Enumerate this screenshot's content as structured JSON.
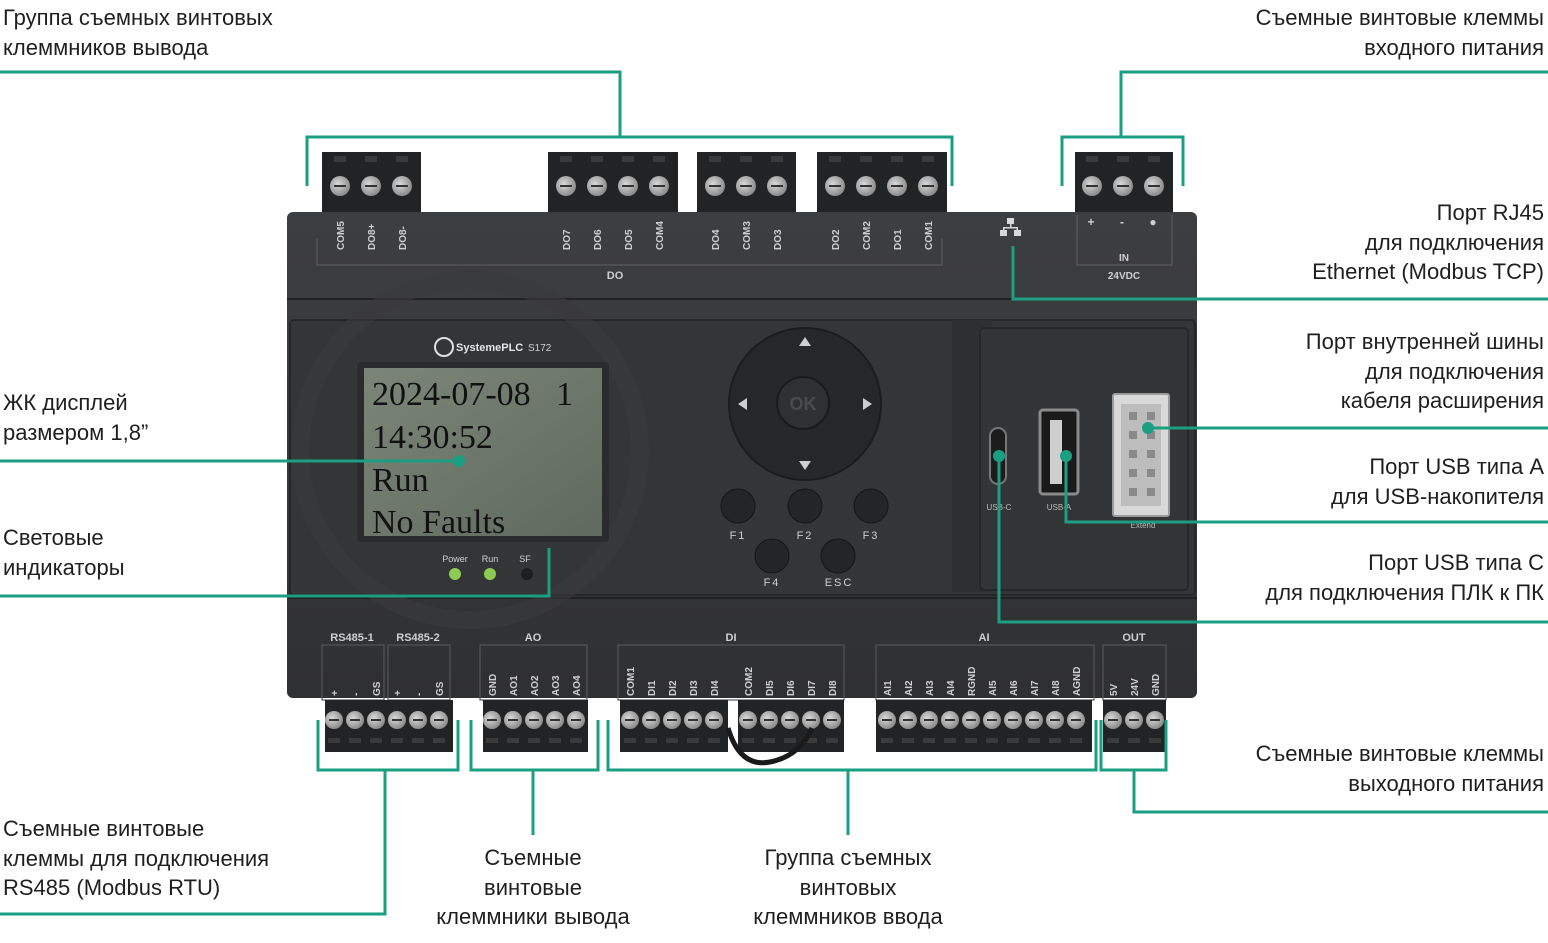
{
  "callouts": {
    "do_group": [
      "Группа съемных винтовых",
      "клеммников вывода"
    ],
    "power_in": [
      "Съемные винтовые клеммы",
      "входного питания"
    ],
    "rj45": [
      "Порт RJ45",
      "для подключения",
      "Ethernet (Modbus TCP)"
    ],
    "bus": [
      "Порт внутренней шины",
      "для подключения",
      "кабеля расширения"
    ],
    "usb_a": [
      "Порт USB типа А",
      "для USB-накопителя"
    ],
    "usb_c": [
      "Порт USB типа С",
      "для подключения ПЛК к ПК"
    ],
    "power_out": [
      "Съемные винтовые клеммы",
      "выходного питания"
    ],
    "lcd": [
      "ЖК дисплей",
      "размером 1,8”"
    ],
    "leds": [
      "Световые",
      "индикаторы"
    ],
    "rs485": [
      "Съемные винтовые",
      "клеммы для подключения",
      "RS485 (Modbus RTU)"
    ],
    "ao": [
      "Съемные",
      "винтовые",
      "клеммники вывода"
    ],
    "di_group": [
      "Группа съемных",
      "винтовых",
      "клеммников ввода"
    ]
  },
  "device": {
    "brand": "SystemePLC",
    "model": "S172",
    "lcd_lines": [
      "2024-07-08   1",
      "14:30:52",
      "Run",
      "No Faults"
    ],
    "leds": [
      "Power",
      "Run",
      "SF"
    ],
    "keys": {
      "ok": "OK",
      "f1": "F1",
      "f2": "F2",
      "f3": "F3",
      "f4": "F4",
      "esc": "ESC"
    },
    "ports": {
      "usb_c": "USB-C",
      "usb_a": "USB-A",
      "extend": "Extend"
    },
    "top_groups": {
      "do": "DO",
      "in": "IN",
      "in_volt": "24VDC",
      "in_signs": [
        "+",
        "-",
        "●"
      ]
    },
    "top_terminals": {
      "group1": [
        "COM5",
        "DO8+",
        "DO8-"
      ],
      "group2": [
        "DO7",
        "DO6",
        "DO5",
        "COM4"
      ],
      "group3": [
        "DO4",
        "COM3",
        "DO3"
      ],
      "group4": [
        "DO2",
        "COM2",
        "DO1",
        "COM1"
      ]
    },
    "bottom_groups": {
      "rs485_1": "RS485-1",
      "rs485_2": "RS485-2",
      "ao": "AO",
      "di": "DI",
      "ai": "AI",
      "out": "OUT"
    },
    "bottom_terminals": {
      "rs485_1": [
        "+",
        "-",
        "GS"
      ],
      "rs485_2": [
        "+",
        "-",
        "GS"
      ],
      "ao": [
        "GND",
        "AO1",
        "AO2",
        "AO3",
        "AO4"
      ],
      "di_a": [
        "COM1",
        "DI1",
        "DI2",
        "DI3",
        "DI4"
      ],
      "di_b": [
        "COM2",
        "DI5",
        "DI6",
        "DI7",
        "DI8"
      ],
      "ai": [
        "AI1",
        "AI2",
        "AI3",
        "AI4",
        "RGND",
        "AI5",
        "AI6",
        "AI7",
        "AI8",
        "AGND"
      ],
      "out": [
        "5V",
        "24V",
        "GND"
      ]
    }
  },
  "colors": {
    "accent": "#1a9f82",
    "body": "#3a3b3d",
    "lcd": "#6f7a6c",
    "led_on": "#7fc04a"
  }
}
